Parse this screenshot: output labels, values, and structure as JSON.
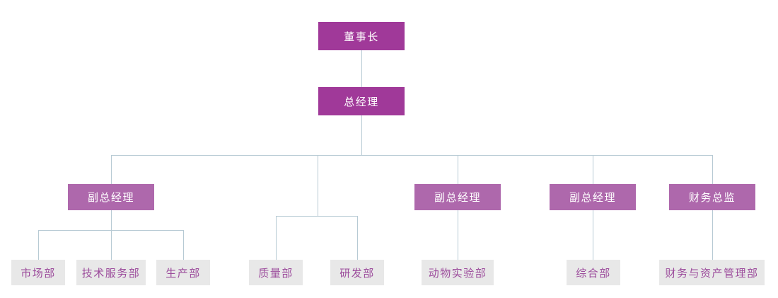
{
  "org_chart": {
    "type": "org-chart",
    "colors": {
      "executive_box": "#A03999",
      "manager_box": "#AE68AC",
      "dept_box": "#E8E8E8",
      "dept_text": "#9C4C9C",
      "executive_text": "#FFFFFF",
      "connector": "#B7CAD4",
      "background": "#FFFFFF"
    },
    "nodes": [
      {
        "id": "chairman",
        "label": "董事长",
        "variant": "executive",
        "reports_to": null
      },
      {
        "id": "general-manager",
        "label": "总经理",
        "variant": "executive",
        "reports_to": "chairman"
      },
      {
        "id": "deputy-gm-1",
        "label": "副总经理",
        "variant": "manager",
        "reports_to": "general-manager"
      },
      {
        "id": "deputy-gm-2",
        "label": "副总经理",
        "variant": "manager",
        "reports_to": "general-manager"
      },
      {
        "id": "deputy-gm-3",
        "label": "副总经理",
        "variant": "manager",
        "reports_to": "general-manager"
      },
      {
        "id": "finance-director",
        "label": "财务总监",
        "variant": "manager",
        "reports_to": "general-manager"
      },
      {
        "id": "marketing-dept",
        "label": "市场部",
        "variant": "department",
        "reports_to": "deputy-gm-1"
      },
      {
        "id": "tech-service-dept",
        "label": "技术服务部",
        "variant": "department",
        "reports_to": "deputy-gm-1"
      },
      {
        "id": "production-dept",
        "label": "生产部",
        "variant": "department",
        "reports_to": "deputy-gm-1"
      },
      {
        "id": "quality-dept",
        "label": "质量部",
        "variant": "department",
        "reports_to": "general-manager"
      },
      {
        "id": "rnd-dept",
        "label": "研发部",
        "variant": "department",
        "reports_to": "general-manager"
      },
      {
        "id": "animal-lab-dept",
        "label": "动物实验部",
        "variant": "department",
        "reports_to": "deputy-gm-2"
      },
      {
        "id": "general-affairs-dept",
        "label": "综合部",
        "variant": "department",
        "reports_to": "deputy-gm-3"
      },
      {
        "id": "finance-asset-dept",
        "label": "财务与资产管理部",
        "variant": "department",
        "reports_to": "finance-director"
      }
    ]
  }
}
